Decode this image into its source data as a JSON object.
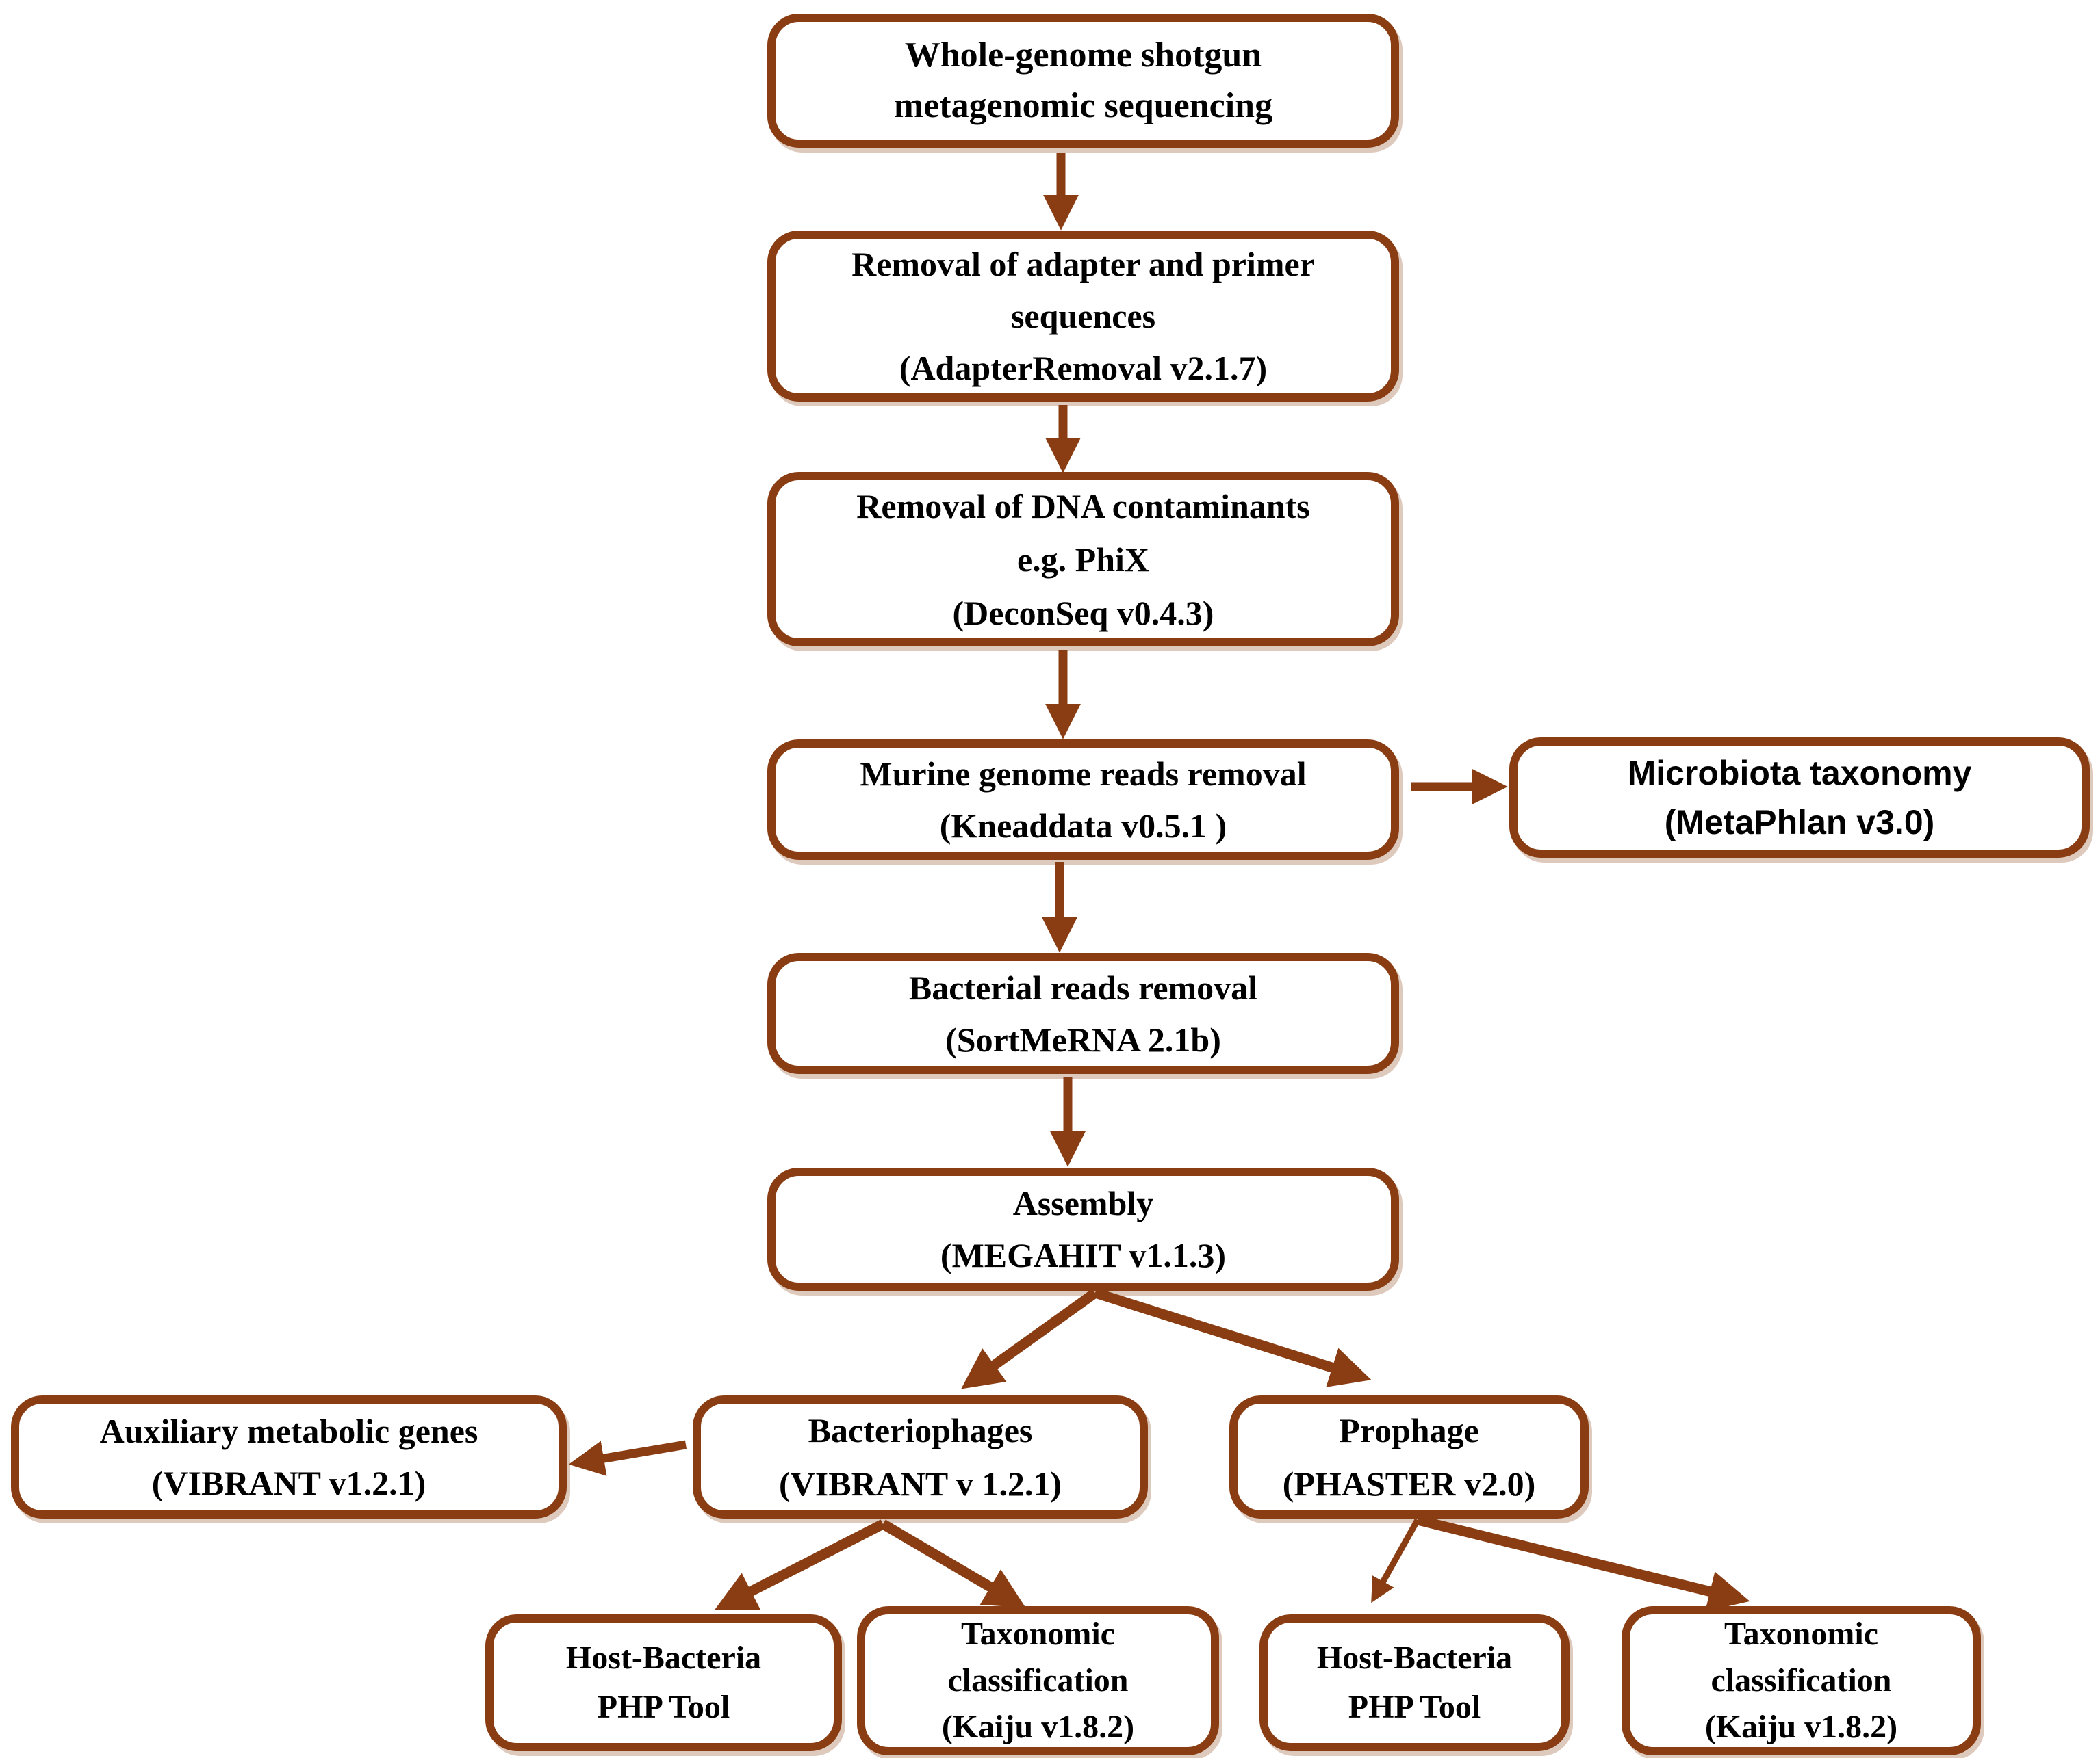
{
  "colors": {
    "accent": "#8a3d12",
    "text": "#000000",
    "background": "#ffffff"
  },
  "nodes": {
    "wgs": {
      "lines": [
        "Whole-genome  shotgun",
        "metagenomic sequencing"
      ]
    },
    "adapter": {
      "lines": [
        "Removal of adapter and primer",
        "sequences",
        "(AdapterRemoval v2.1.7)"
      ]
    },
    "decon": {
      "lines": [
        "Removal of DNA  contaminants",
        "e.g. PhiX",
        "(DeconSeq v0.4.3)"
      ]
    },
    "murine": {
      "lines": [
        "Murine genome reads removal",
        "(Kneaddata v0.5.1 )"
      ]
    },
    "taxonomy": {
      "lines": [
        "Microbiota taxonomy",
        "(MetaPhlan v3.0)"
      ]
    },
    "bacterial": {
      "lines": [
        "Bacterial reads removal",
        "(SortMeRNA 2.1b)"
      ]
    },
    "assembly": {
      "lines": [
        "Assembly",
        "(MEGAHIT v1.1.3)"
      ]
    },
    "amg": {
      "lines": [
        "Auxiliary metabolic genes",
        "(VIBRANT v1.2.1)"
      ]
    },
    "phages": {
      "lines": [
        "Bacteriophages",
        "(VIBRANT v 1.2.1)"
      ]
    },
    "prophage": {
      "lines": [
        "Prophage",
        "(PHASTER v2.0)"
      ]
    },
    "php1": {
      "lines": [
        "Host-Bacteria",
        "PHP Tool"
      ]
    },
    "kaiju1": {
      "lines": [
        "Taxonomic",
        "classification",
        "(Kaiju v1.8.2)"
      ]
    },
    "php2": {
      "lines": [
        "Host-Bacteria",
        "PHP Tool"
      ]
    },
    "kaiju2": {
      "lines": [
        "Taxonomic",
        "classification",
        "(Kaiju v1.8.2)"
      ]
    }
  },
  "edges": [
    {
      "from": "wgs",
      "to": "adapter"
    },
    {
      "from": "adapter",
      "to": "decon"
    },
    {
      "from": "decon",
      "to": "murine"
    },
    {
      "from": "murine",
      "to": "taxonomy"
    },
    {
      "from": "murine",
      "to": "bacterial"
    },
    {
      "from": "bacterial",
      "to": "assembly"
    },
    {
      "from": "assembly",
      "to": "phages"
    },
    {
      "from": "assembly",
      "to": "prophage"
    },
    {
      "from": "phages",
      "to": "amg"
    },
    {
      "from": "phages",
      "to": "php1"
    },
    {
      "from": "phages",
      "to": "kaiju1"
    },
    {
      "from": "prophage",
      "to": "php2"
    },
    {
      "from": "prophage",
      "to": "kaiju2"
    }
  ]
}
